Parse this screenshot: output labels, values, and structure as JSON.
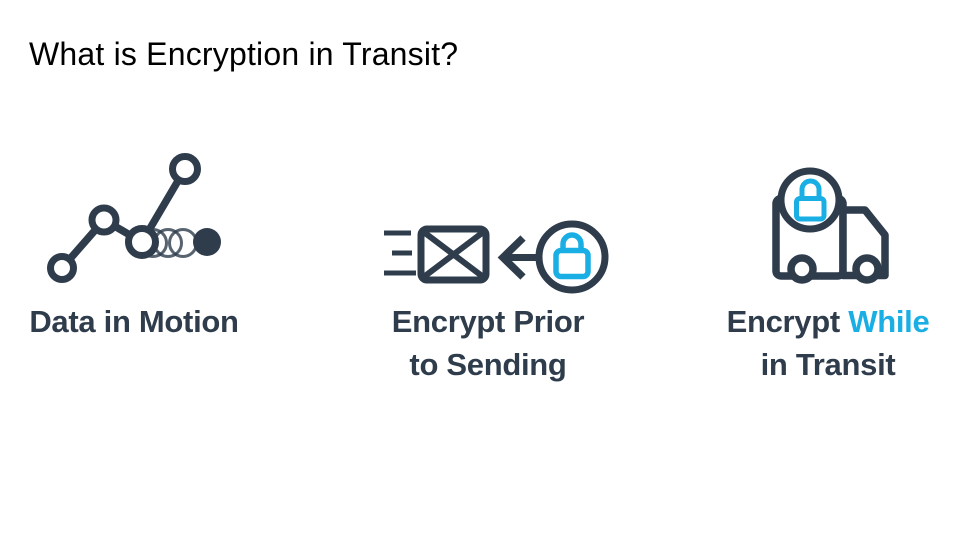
{
  "slide": {
    "title": "What is Encryption in Transit?"
  },
  "colors": {
    "background": "#ffffff",
    "title_text": "#000000",
    "dark_slate": "#2e3c4c",
    "cyan_accent": "#1aafe4"
  },
  "concepts": [
    {
      "icon": "data-in-motion-icon",
      "label": "Data in Motion"
    },
    {
      "icon": "envelope-lock-icon",
      "label_line1": "Encrypt Prior",
      "label_line2": "to Sending"
    },
    {
      "icon": "truck-lock-icon",
      "label_line1_prefix": "Encrypt ",
      "label_line1_highlight": "While",
      "label_line2": "in Transit"
    }
  ]
}
